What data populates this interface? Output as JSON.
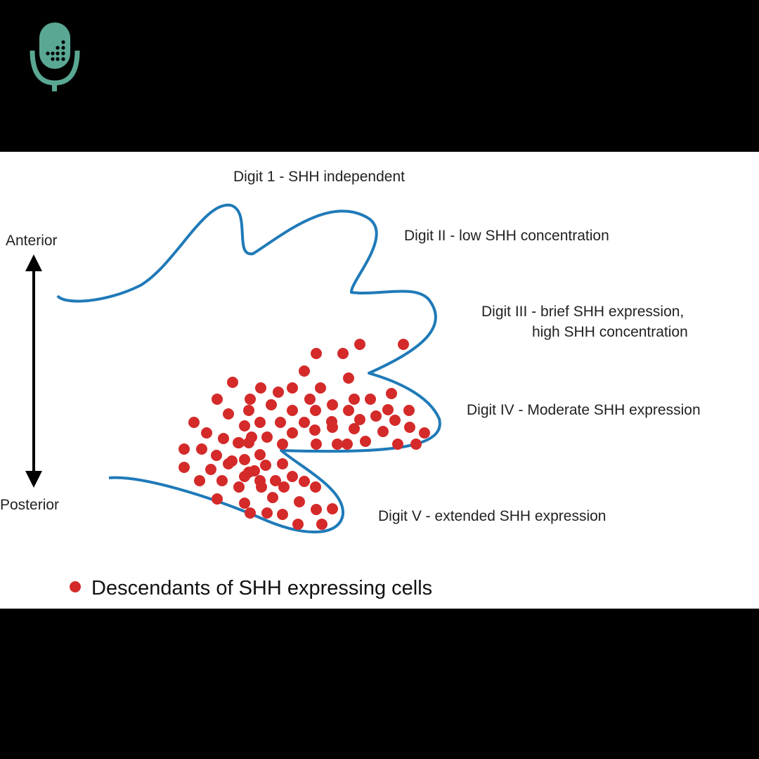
{
  "colors": {
    "background": "#000000",
    "panel": "#ffffff",
    "outline": "#1f7ab8",
    "cells": "#d42a2a",
    "logo": "#5aa894",
    "text": "#222222"
  },
  "icons": {
    "logo": "microphone-logo-icon",
    "axis": "double-headed-arrow-icon"
  },
  "axis": {
    "top_label": "Anterior",
    "bottom_label": "Posterior"
  },
  "digits": [
    {
      "label_lines": [
        "Digit 1 - SHH independent"
      ]
    },
    {
      "label_lines": [
        "Digit II - low SHH concentration"
      ]
    },
    {
      "label_lines": [
        "Digit III - brief SHH expression,",
        "high SHH concentration"
      ]
    },
    {
      "label_lines": [
        "Digit IV - Moderate SHH expression"
      ]
    },
    {
      "label_lines": [
        "Digit V - extended SHH expression"
      ]
    }
  ],
  "legend": {
    "label": "Descendants of SHH expressing cells"
  }
}
